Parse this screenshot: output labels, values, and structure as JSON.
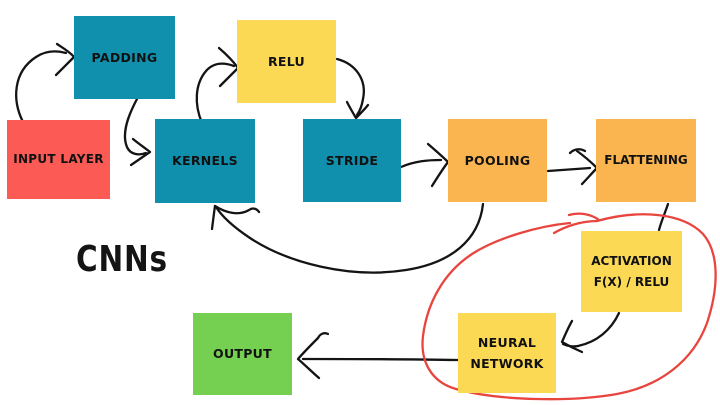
{
  "title": "CNNs",
  "colors": {
    "teal": "#1090AC",
    "red": "#FC5B55",
    "yellow": "#FBD955",
    "orange": "#FAB551",
    "green": "#75D052",
    "pen_red": "#E9453F",
    "ink": "#141414",
    "background": "#FFFFFF"
  },
  "nodes": [
    {
      "id": "input-layer",
      "label": "INPUT LAYER",
      "color_key": "red"
    },
    {
      "id": "padding",
      "label": "PADDING",
      "color_key": "teal"
    },
    {
      "id": "kernels",
      "label": "KERNELS",
      "color_key": "teal"
    },
    {
      "id": "relu",
      "label": "RELU",
      "color_key": "yellow"
    },
    {
      "id": "stride",
      "label": "STRIDE",
      "color_key": "teal"
    },
    {
      "id": "pooling",
      "label": "POOLING",
      "color_key": "orange"
    },
    {
      "id": "flattening",
      "label": "FLATTENING",
      "color_key": "orange"
    },
    {
      "id": "activation",
      "label": "ACTIVATION",
      "label2": "F(X) / RELU",
      "color_key": "yellow"
    },
    {
      "id": "neural-network",
      "label": "NEURAL",
      "label2": "NETWORK",
      "color_key": "yellow"
    },
    {
      "id": "output",
      "label": "OUTPUT",
      "color_key": "green"
    }
  ],
  "edges": [
    {
      "from": "input-layer",
      "to": "padding"
    },
    {
      "from": "padding",
      "to": "kernels"
    },
    {
      "from": "kernels",
      "to": "relu"
    },
    {
      "from": "relu",
      "to": "stride"
    },
    {
      "from": "stride",
      "to": "pooling"
    },
    {
      "from": "pooling",
      "to": "flattening"
    },
    {
      "from": "pooling",
      "to": "kernels"
    },
    {
      "from": "flattening",
      "to": "activation"
    },
    {
      "from": "activation",
      "to": "neural-network"
    },
    {
      "from": "neural-network",
      "to": "output"
    }
  ],
  "annotation": {
    "type": "hand-drawn-circle",
    "around": [
      "activation",
      "neural-network"
    ],
    "color_key": "pen_red"
  }
}
